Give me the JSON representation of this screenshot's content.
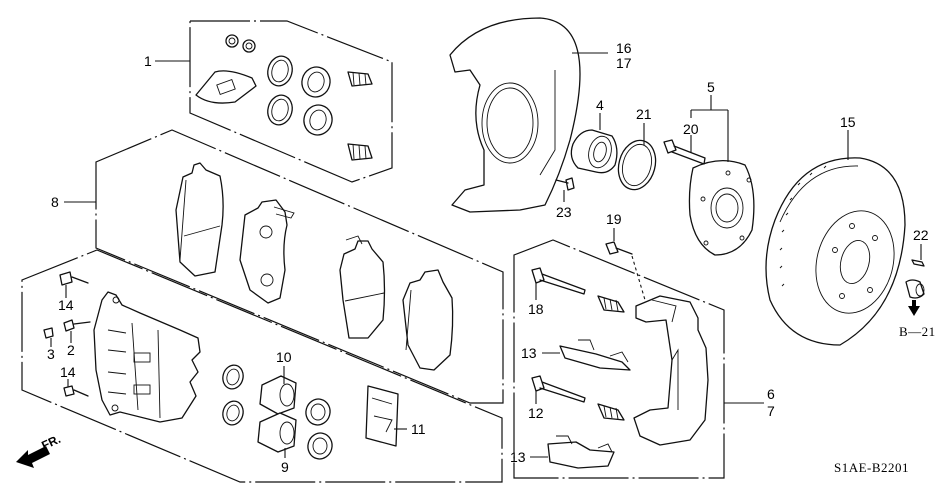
{
  "diagram": {
    "title_code": "S1AE-B2201",
    "cross_reference": "B—21",
    "front_indicator": "FR.",
    "colors": {
      "line": "#111111",
      "background": "#ffffff"
    },
    "callouts": {
      "c1": "1",
      "c2": "2",
      "c3": "3",
      "c4": "4",
      "c5": "5",
      "c6": "6",
      "c7": "7",
      "c8": "8",
      "c9": "9",
      "c10": "10",
      "c11": "11",
      "c12": "12",
      "c13a": "13",
      "c13b": "13",
      "c14a": "14",
      "c14b": "14",
      "c15": "15",
      "c16": "16",
      "c17": "17",
      "c18": "18",
      "c19": "19",
      "c20": "20",
      "c21": "21",
      "c22": "22",
      "c23": "23"
    }
  }
}
